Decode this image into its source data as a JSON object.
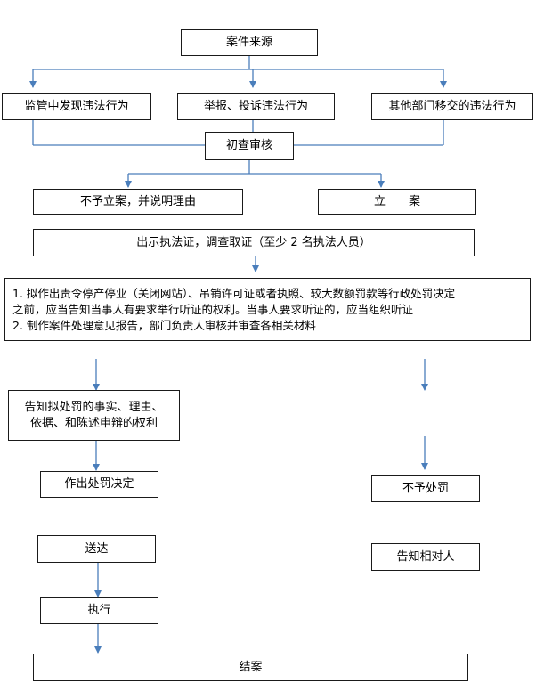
{
  "nodes": {
    "source": "案件来源",
    "supervision": "监管中发现违法行为",
    "report": "举报、投诉违法行为",
    "transfer": "其他部门移交的违法行为",
    "review": "初查审核",
    "reject": "不予立案，并说明理由",
    "register": "立　　案",
    "investigate": "出示执法证，调查取证（至少 2 名执法人员）",
    "notes": {
      "line1": "1. 拟作出责令停产停业（关闭网站）、吊销许可证或者执照、较大数额罚款等行政处罚决定",
      "line2": "之前，应当告知当事人有要求举行听证的权利。当事人要求听证的，应当组织听证",
      "line3": "2. 制作案件处理意见报告，部门负责人审核并审查各相关材料"
    },
    "inform": {
      "line1": "告知拟处罚的事实、理由、",
      "line2": "依据、和陈述申辩的权利"
    },
    "decide": "作出处罚决定",
    "no_penalty": "不予处罚",
    "deliver": "送达",
    "notify_party": "告知相对人",
    "execute": "执行",
    "close": "结案"
  },
  "colors": {
    "connector": "#4a7ebb",
    "border": "#1a1a1a"
  }
}
